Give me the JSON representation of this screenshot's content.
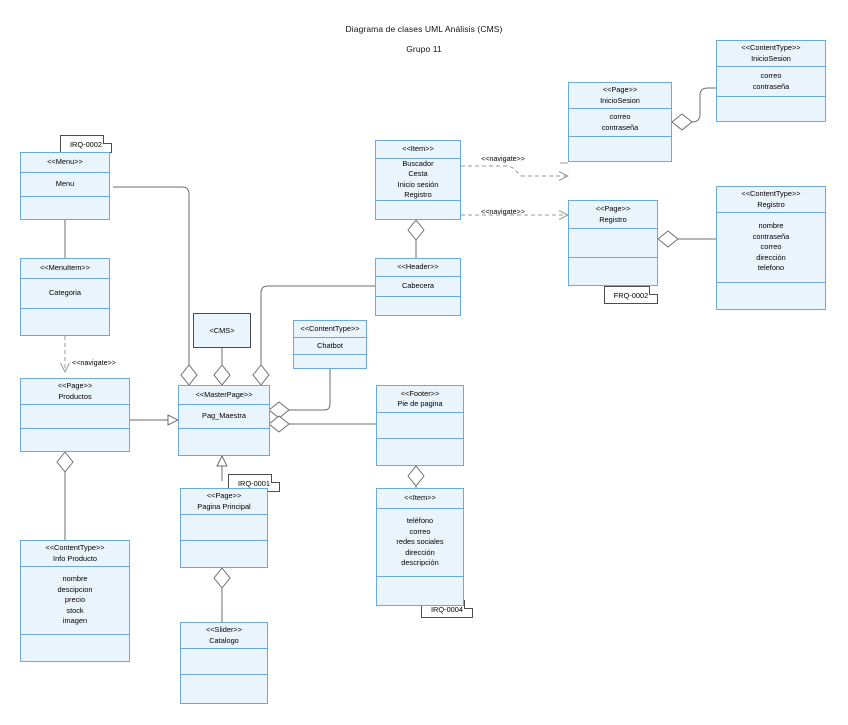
{
  "header": {
    "title": "Diagrama de clases UML Análisis (CMS)",
    "subtitle": "Grupo 11"
  },
  "classes": {
    "menu": {
      "stereotype": "<<Menu>>",
      "name": "Menu",
      "attributes": []
    },
    "menuitem": {
      "stereotype": "<<MenuItem>>",
      "name": "Categoria",
      "attributes": []
    },
    "productos": {
      "stereotype": "<<Page>>",
      "name": "Productos",
      "attributes": []
    },
    "infoproducto": {
      "stereotype": "<<ContentType>>",
      "name": "Info Producto",
      "attributes": [
        "nombre",
        "descipcion",
        "precio",
        "stock",
        "imagen"
      ]
    },
    "cms": {
      "stereotype": "<CMS>",
      "name": "",
      "attributes": []
    },
    "masterpage": {
      "stereotype": "<<MasterPage>>",
      "name": "Pag_Maestra",
      "attributes": []
    },
    "chatbot": {
      "stereotype": "<<ContentType>>",
      "name": "Chatbot",
      "attributes": []
    },
    "paginaprincipal": {
      "stereotype": "<<Page>>",
      "name": "Pagina Principal",
      "attributes": []
    },
    "slider": {
      "stereotype": "<<Slider>>",
      "name": "Catalogo",
      "attributes": []
    },
    "itemheader": {
      "stereotype": "<<Item>>",
      "name": "",
      "attributes": [
        "Buscador",
        "Cesta",
        "Inicio sesión",
        "Registro"
      ]
    },
    "headerclass": {
      "stereotype": "<<Header>>",
      "name": "Cabecera",
      "attributes": []
    },
    "footer": {
      "stereotype": "<<Footer>>",
      "name": "Pie de pagina",
      "attributes": []
    },
    "itemfooter": {
      "stereotype": "<<Item>>",
      "name": "",
      "attributes": [
        "teléfono",
        "correo",
        "redes sociales",
        "dirección",
        "descripción"
      ]
    },
    "paginiciosesion": {
      "stereotype": "<<Page>>",
      "name": "InicioSesion",
      "attributes": [
        "correo",
        "contraseña"
      ]
    },
    "ctiniciosesion": {
      "stereotype": "<<ContentType>>",
      "name": "InicioSesion",
      "attributes": [
        "correo",
        "contraseña"
      ]
    },
    "pagregistro": {
      "stereotype": "<<Page>>",
      "name": "Registro",
      "attributes": []
    },
    "ctregistro": {
      "stereotype": "<<ContentType>>",
      "name": "Registro",
      "attributes": [
        "nombre",
        "contraseña",
        "correo",
        "dirección",
        "telefono"
      ]
    }
  },
  "notes": {
    "irq0002": "IRQ-0002",
    "irq0001": "IRQ-0001",
    "irq0004": "IRQ-0004",
    "frq0002": "FRQ-0002"
  },
  "edge_labels": {
    "navigate_menuitem_productos": "<<navigate>>",
    "navigate_item_iniciosesion": "<<navigate>>",
    "navigate_item_registro": "<<navigate>>"
  },
  "colors": {
    "class_fill": "#EAF4FD",
    "class_border": "#6CA9DC",
    "note_border": "#4D4D4D",
    "connector": "#6E6E6E",
    "text": "#000000"
  }
}
